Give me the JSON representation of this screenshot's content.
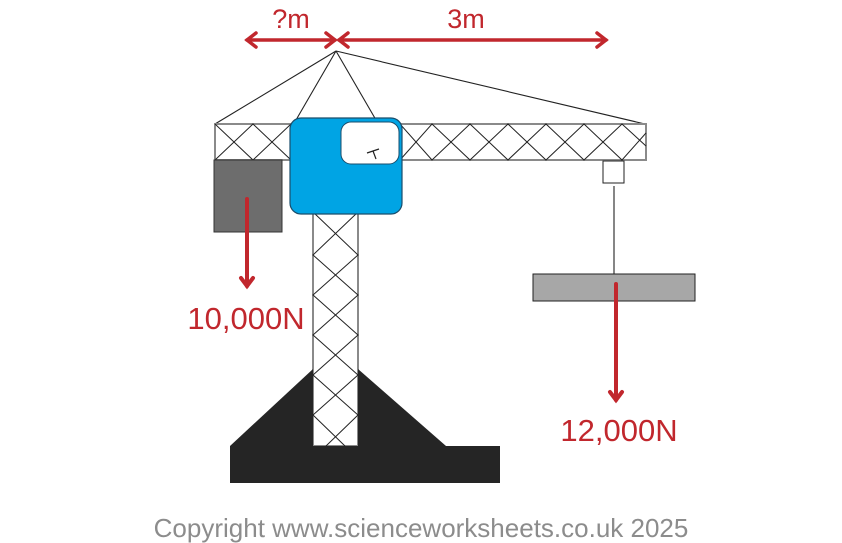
{
  "diagram": {
    "type": "crane-moments",
    "labels": {
      "left_distance": "?m",
      "right_distance": "3m",
      "counterweight_force": "10,000N",
      "load_force": "12,000N"
    },
    "copyright": "Copyright www.scienceworksheets.co.uk 2025",
    "colors": {
      "arrow_red": "#c1272d",
      "cab_blue": "#00a4e4",
      "counterweight_gray": "#6d6d6d",
      "load_gray": "#a7a7a7",
      "base_black": "#252525",
      "truss_gray": "#8a8a8a",
      "copyright_gray": "#8c8c8c"
    }
  }
}
